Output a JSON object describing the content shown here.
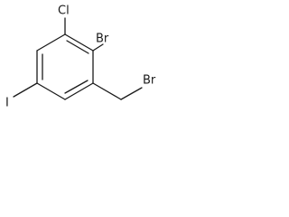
{
  "molecule": {
    "atom_labels": {
      "chlorine": "Cl",
      "ring_bromine": "Br",
      "methyl_bromine": "Br",
      "iodine": "I"
    }
  }
}
